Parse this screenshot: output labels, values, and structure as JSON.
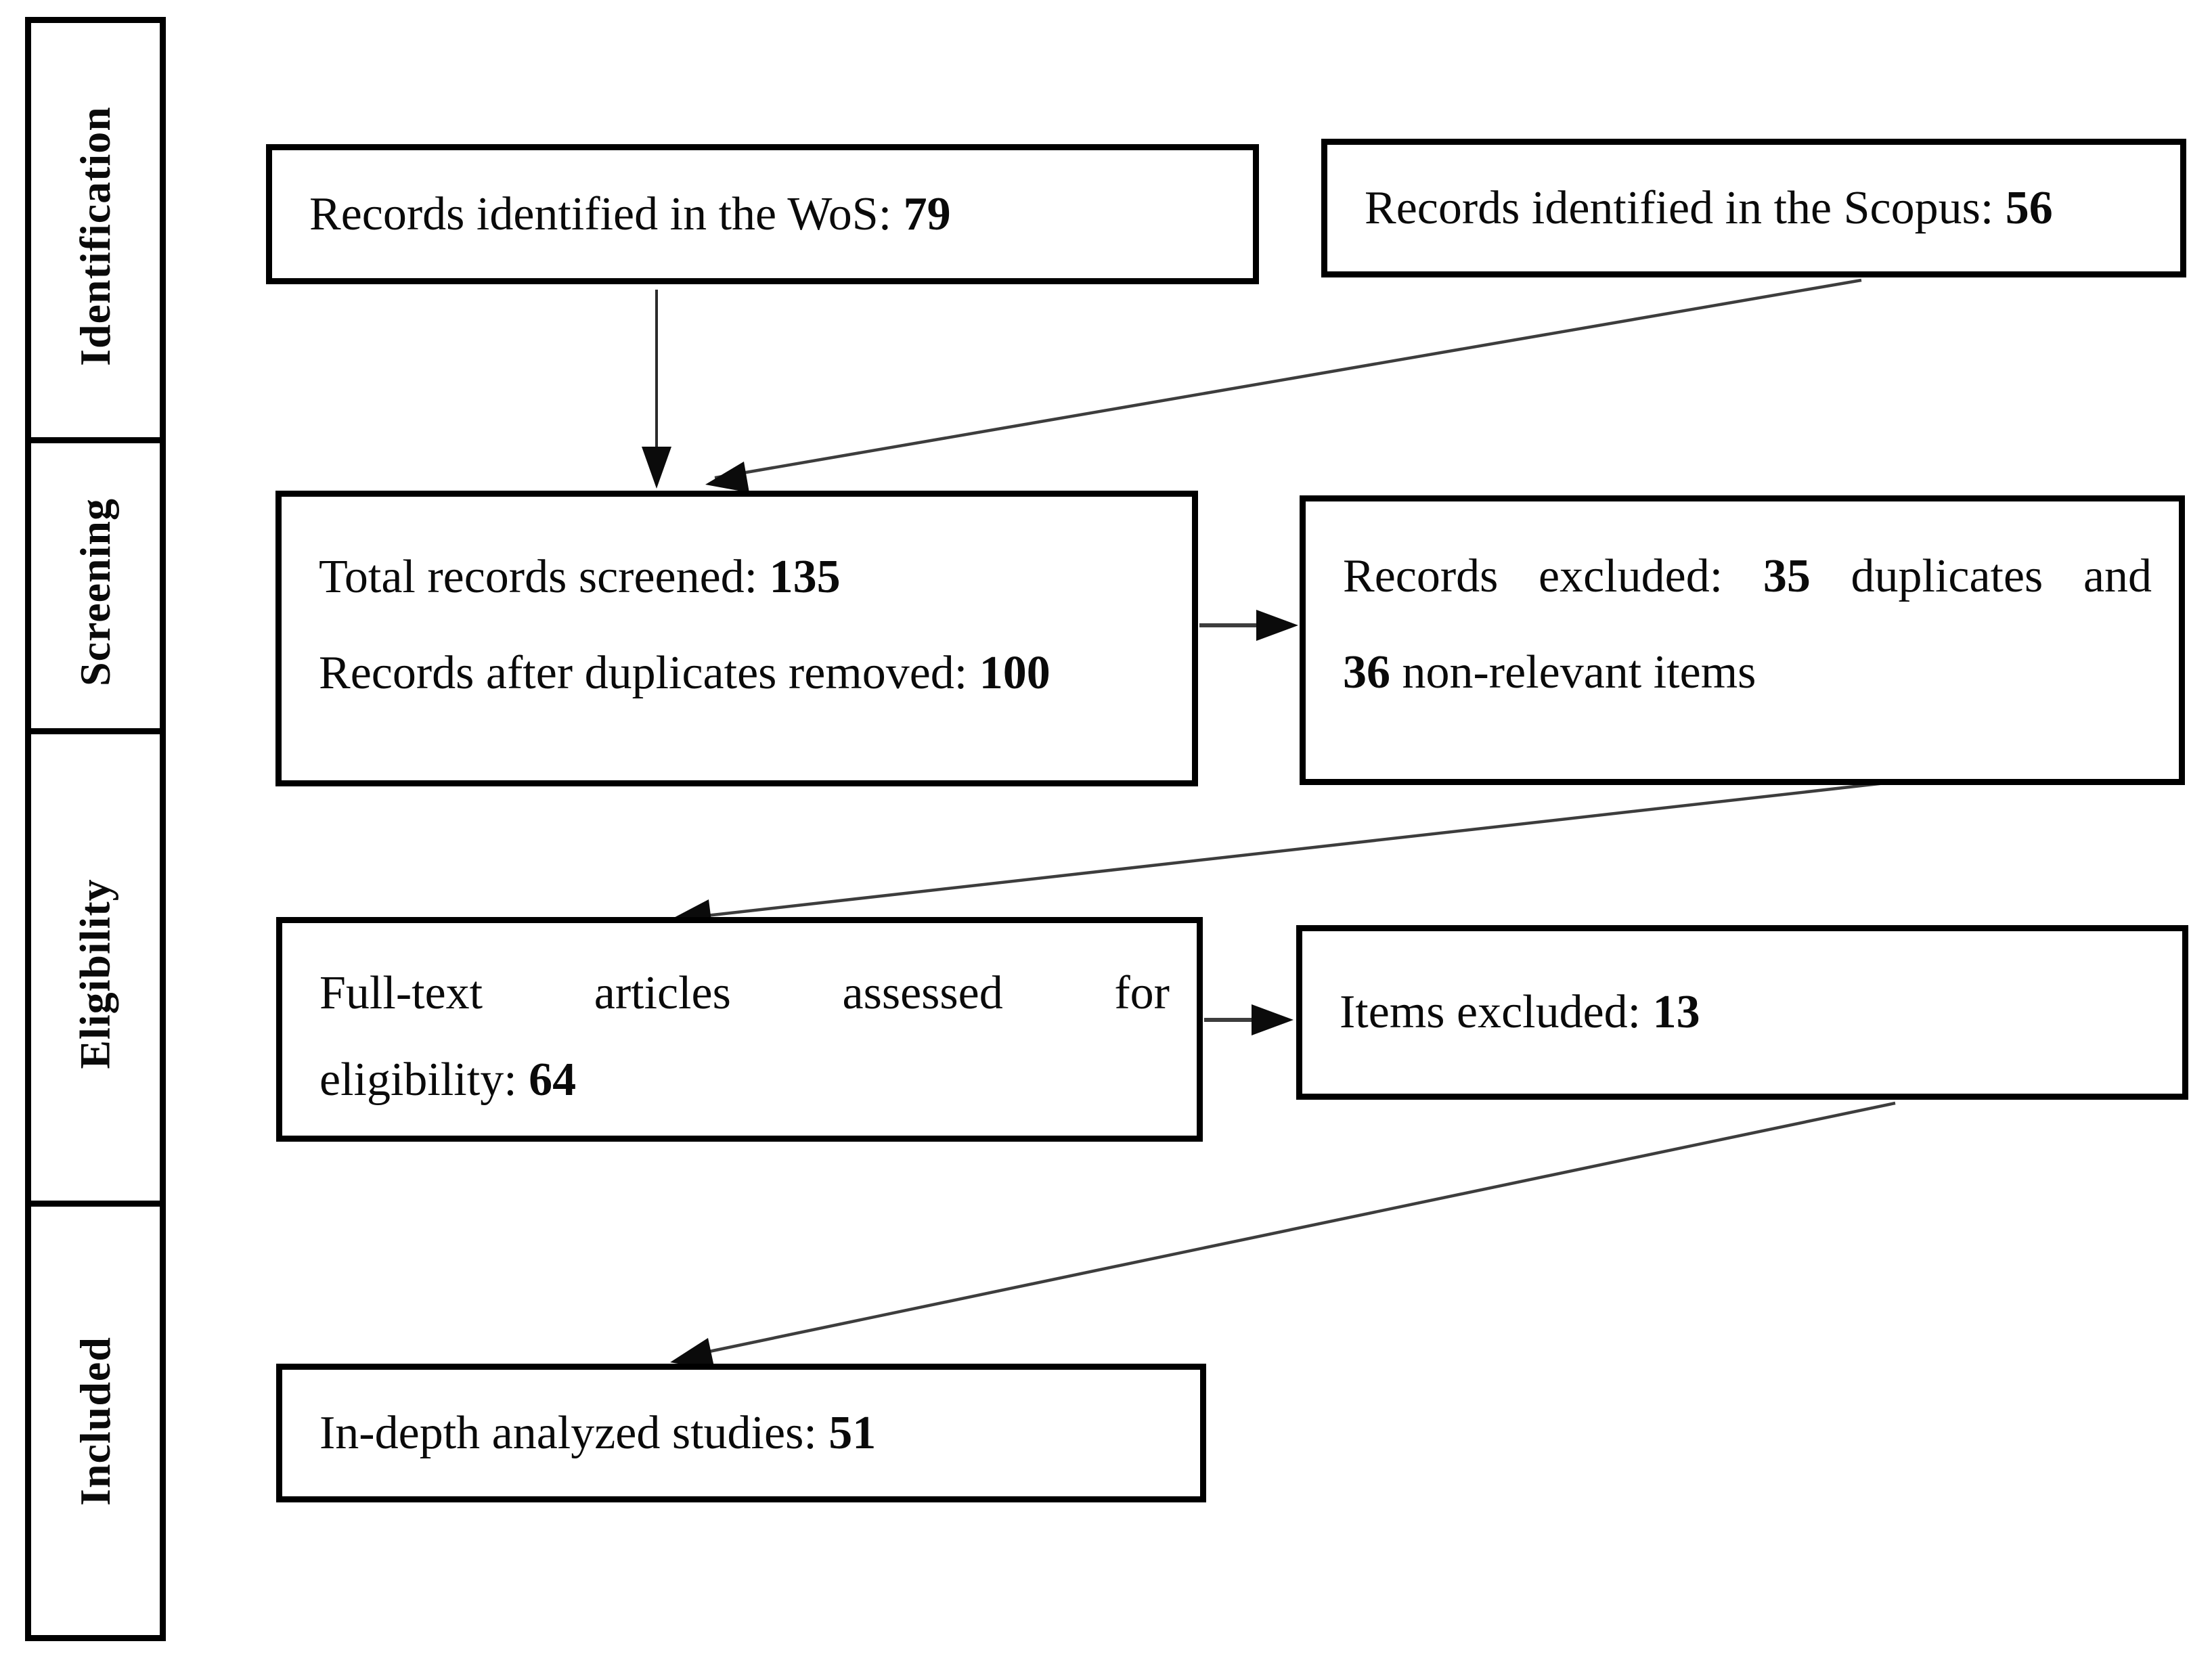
{
  "colors": {
    "box_border": "#000000",
    "text": "#0a0a0a",
    "arrow_line": "#3d3d3d",
    "arrow_head": "#0b0b0b"
  },
  "sidebar": {
    "stages": [
      {
        "label": "Identification"
      },
      {
        "label": "Screening"
      },
      {
        "label": "Eligibility"
      },
      {
        "label": "Included"
      }
    ]
  },
  "flow": {
    "wos": {
      "prefix": "Records identified in the WoS:",
      "count": "79"
    },
    "scopus": {
      "prefix": "Records identified in the Scopus:",
      "count": "56"
    },
    "screening": {
      "line1_prefix": "Total records screened:",
      "line1_count": "135",
      "line2_prefix": "Records after duplicates removed:",
      "line2_count": "100"
    },
    "records_excluded": {
      "line1_prefix": "Records excluded:",
      "line1_count": "35",
      "line1_suffix": "duplicates and",
      "line2_count": "36",
      "line2_suffix": "non-relevant items"
    },
    "fulltext": {
      "line1": "Full-text articles assessed for",
      "line2_prefix": "eligibility:",
      "line2_count": "64"
    },
    "items_excluded": {
      "prefix": "Items excluded:",
      "count": "13"
    },
    "included": {
      "prefix": "In-depth analyzed studies:",
      "count": "51"
    }
  }
}
